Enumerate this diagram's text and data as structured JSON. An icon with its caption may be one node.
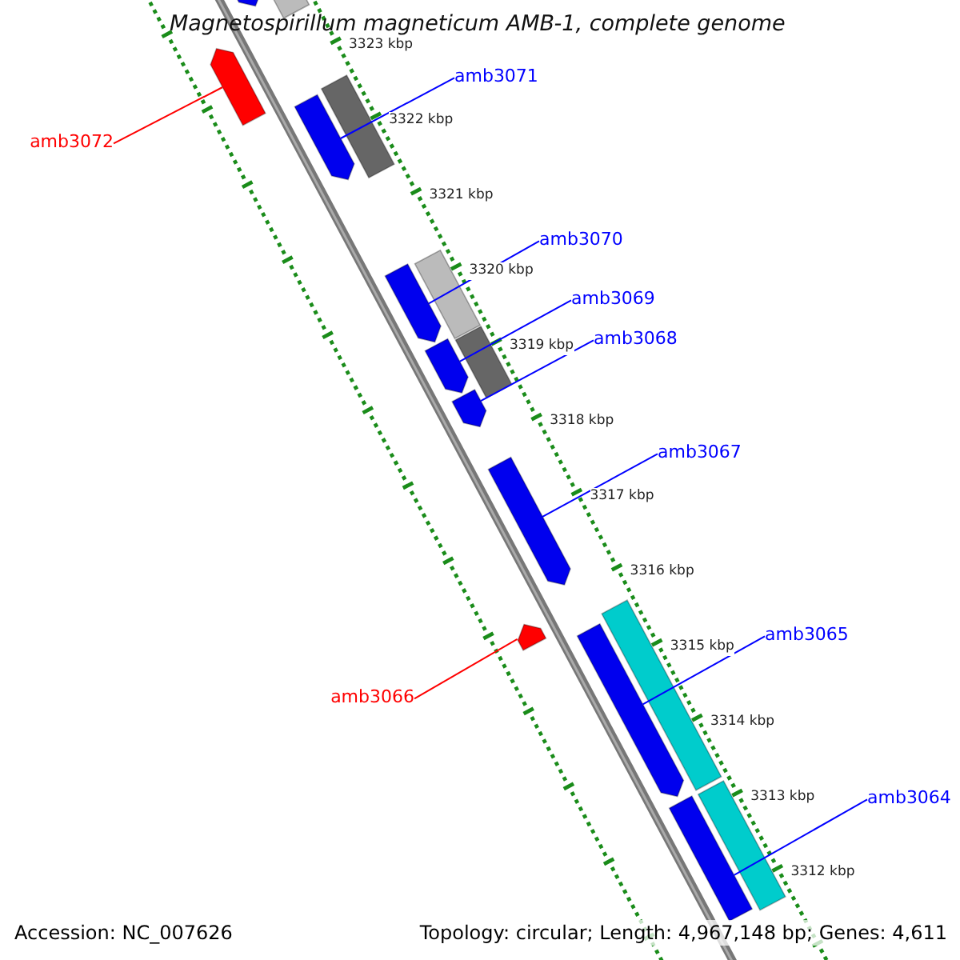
{
  "diagram": {
    "title": "Magnetospirillum magneticum AMB-1, complete genome",
    "nodes": [
      {
        "text": [
          "amb3071"
        ]
      },
      {
        "text": [
          "amb3072"
        ]
      },
      {
        "text": [
          "amb3070"
        ]
      },
      {
        "text": [
          "amb3069"
        ]
      },
      {
        "text": [
          "amb3068"
        ]
      },
      {
        "text": [
          "amb3067"
        ]
      },
      {
        "text": [
          "amb3065"
        ]
      },
      {
        "text": [
          "amb3066"
        ]
      },
      {
        "text": [
          "amb3064"
        ]
      },
      {
        "text": [],
        "shape": "bar"
      },
      {
        "text": [],
        "shape": "bar"
      },
      {
        "text": [],
        "shape": "bar"
      },
      {
        "text": [],
        "shape": "bar"
      },
      {
        "text": [],
        "shape": "bar"
      },
      {
        "text": [],
        "shape": "bar"
      },
      {
        "text": [],
        "shape": "bar"
      },
      {
        "text": [],
        "shape": "bar"
      },
      {
        "text": [],
        "shape": "bar"
      },
      {
        "text": [],
        "shape": "bar"
      },
      {
        "text": [],
        "shape": "bar"
      },
      {
        "text": [],
        "shape": "bar"
      },
      {
        "text": [],
        "shape": "bar"
      },
      {
        "text": [],
        "shape": "bar"
      },
      {
        "text": [],
        "shape": "bar"
      },
      {
        "text": [],
        "shape": "bar"
      }
    ],
    "edges": [
      {
        "from": 0,
        "to": 11,
        "arrow": "none"
      },
      {
        "from": 1,
        "to": 10,
        "arrow": "none",
        "color": "#ff0000"
      },
      {
        "from": 2,
        "to": 12,
        "arrow": "none"
      },
      {
        "from": 3,
        "to": 13,
        "arrow": "none"
      },
      {
        "from": 4,
        "to": 14,
        "arrow": "none"
      },
      {
        "from": 5,
        "to": 15,
        "arrow": "none"
      },
      {
        "from": 6,
        "to": 17,
        "arrow": "none"
      },
      {
        "from": 7,
        "to": 16,
        "arrow": "none",
        "color": "#ff0000"
      },
      {
        "from": 8,
        "to": 18,
        "arrow": "none"
      }
    ],
    "labels": [
      "3323 kbp",
      "3322 kbp",
      "3321 kbp",
      "3320 kbp",
      "3319 kbp",
      "3318 kbp",
      "3317 kbp",
      "3316 kbp",
      "3315 kbp",
      "3314 kbp",
      "3313 kbp",
      "3312 kbp",
      "Accession: NC_007626",
      "Topology: circular; Length: 4,967,148 bp; Genes: 4,611"
    ]
  }
}
